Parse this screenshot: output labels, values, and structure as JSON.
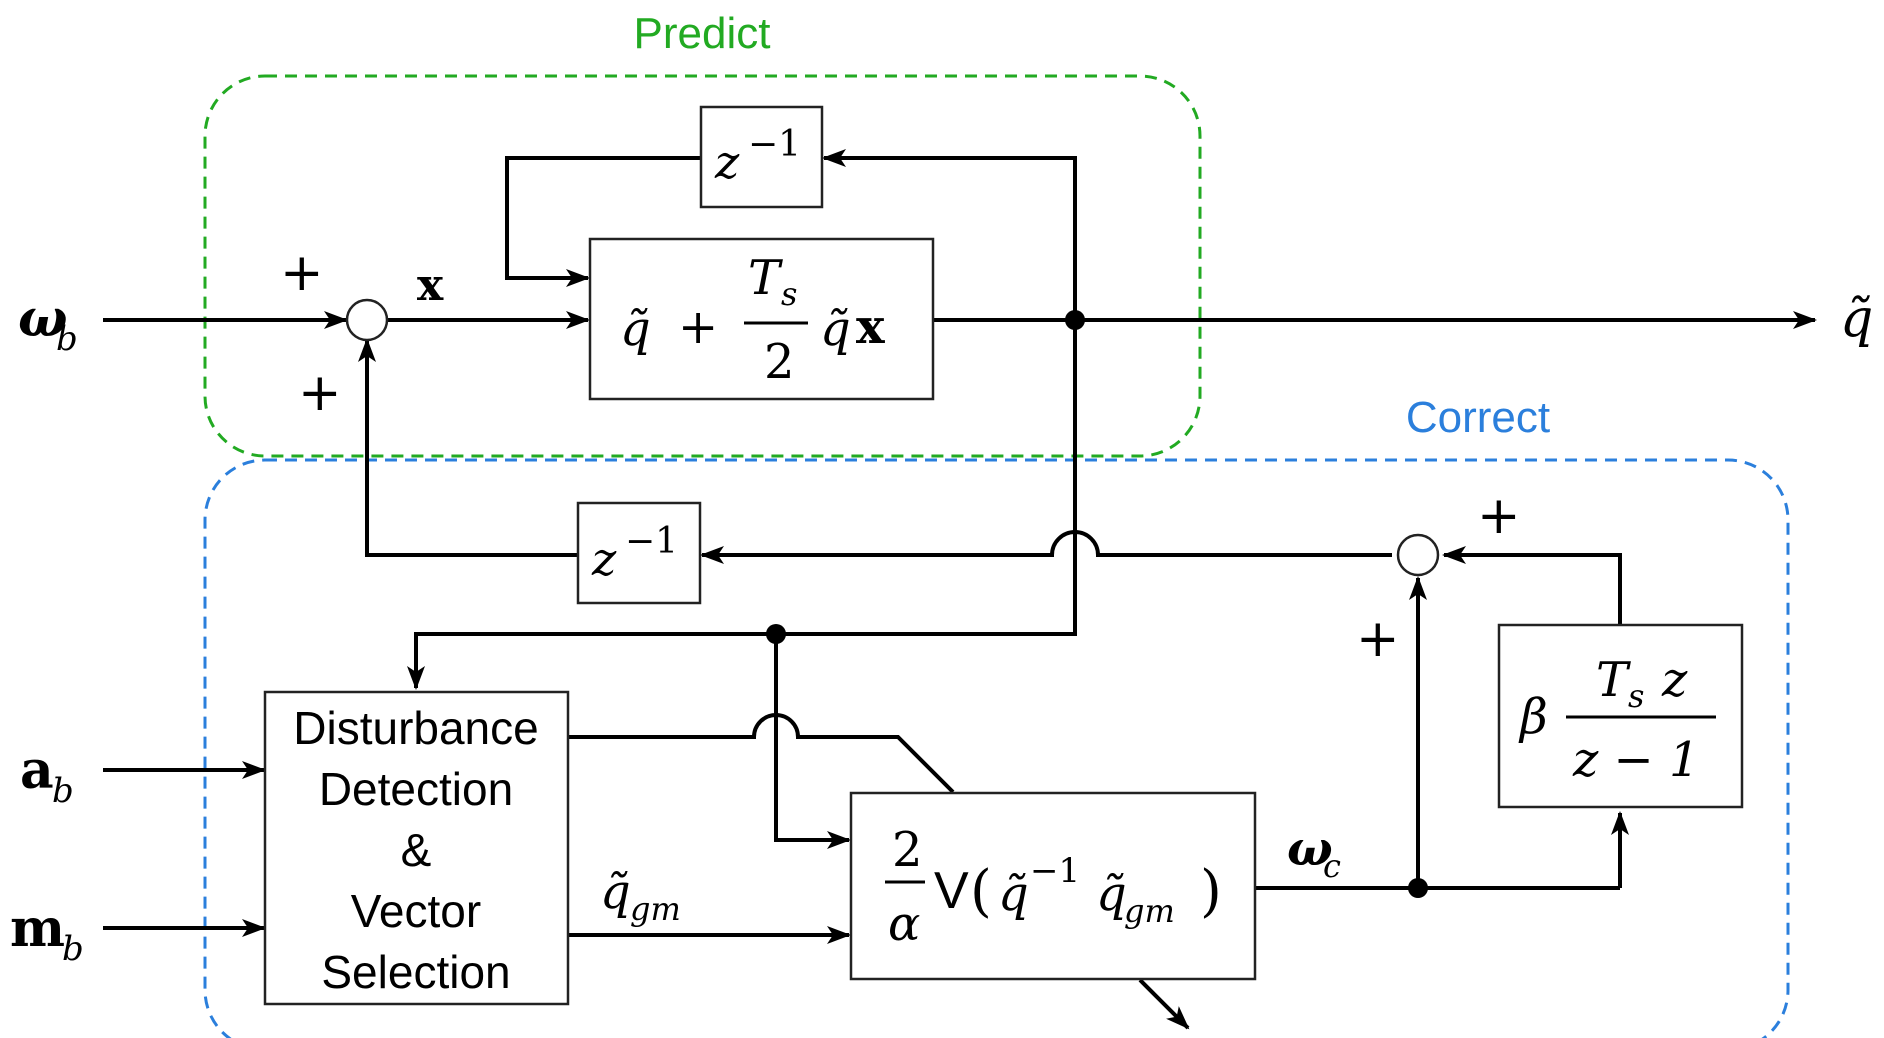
{
  "regions": {
    "predict": {
      "title": "Predict",
      "color": "#22aa22"
    },
    "correct": {
      "title": "Correct",
      "color": "#2b7fdc"
    }
  },
  "inputs": {
    "omega": {
      "base": "ω",
      "sub": "b"
    },
    "accel": {
      "base": "a",
      "sub": "b"
    },
    "mag": {
      "base": "m",
      "sub": "b"
    }
  },
  "output": {
    "label": "q̃"
  },
  "signals": {
    "x": "x",
    "q_gm": {
      "base": "q̃",
      "sub": "gm"
    },
    "omega_c": {
      "base": "ω",
      "sub": "c"
    }
  },
  "blocks": {
    "delay_top": {
      "base": "z",
      "exp": "−1"
    },
    "delay_mid": {
      "base": "z",
      "exp": "−1"
    },
    "update": {
      "q1": "q̃",
      "plus": "+",
      "num": "T",
      "num_sub": "s",
      "den": "2",
      "q2": "q̃",
      "x": "x"
    },
    "disturbance": {
      "lines": [
        "Disturbance",
        "Detection",
        "&",
        "Vector",
        "Selection"
      ]
    },
    "correction": {
      "num": "2",
      "den": "α",
      "func": "V",
      "open": "(",
      "q1": "q̃",
      "exp": "−1",
      "q2": "q̃",
      "sub": "gm",
      "close": ")"
    },
    "integrator": {
      "beta": "β",
      "num_t": "T",
      "num_sub": "s",
      "num_z": "z",
      "den": "z − 1"
    }
  },
  "signs": {
    "sum1_top": "+",
    "sum1_bottom": "+",
    "sum2_top": "+",
    "sum2_left": "+"
  }
}
